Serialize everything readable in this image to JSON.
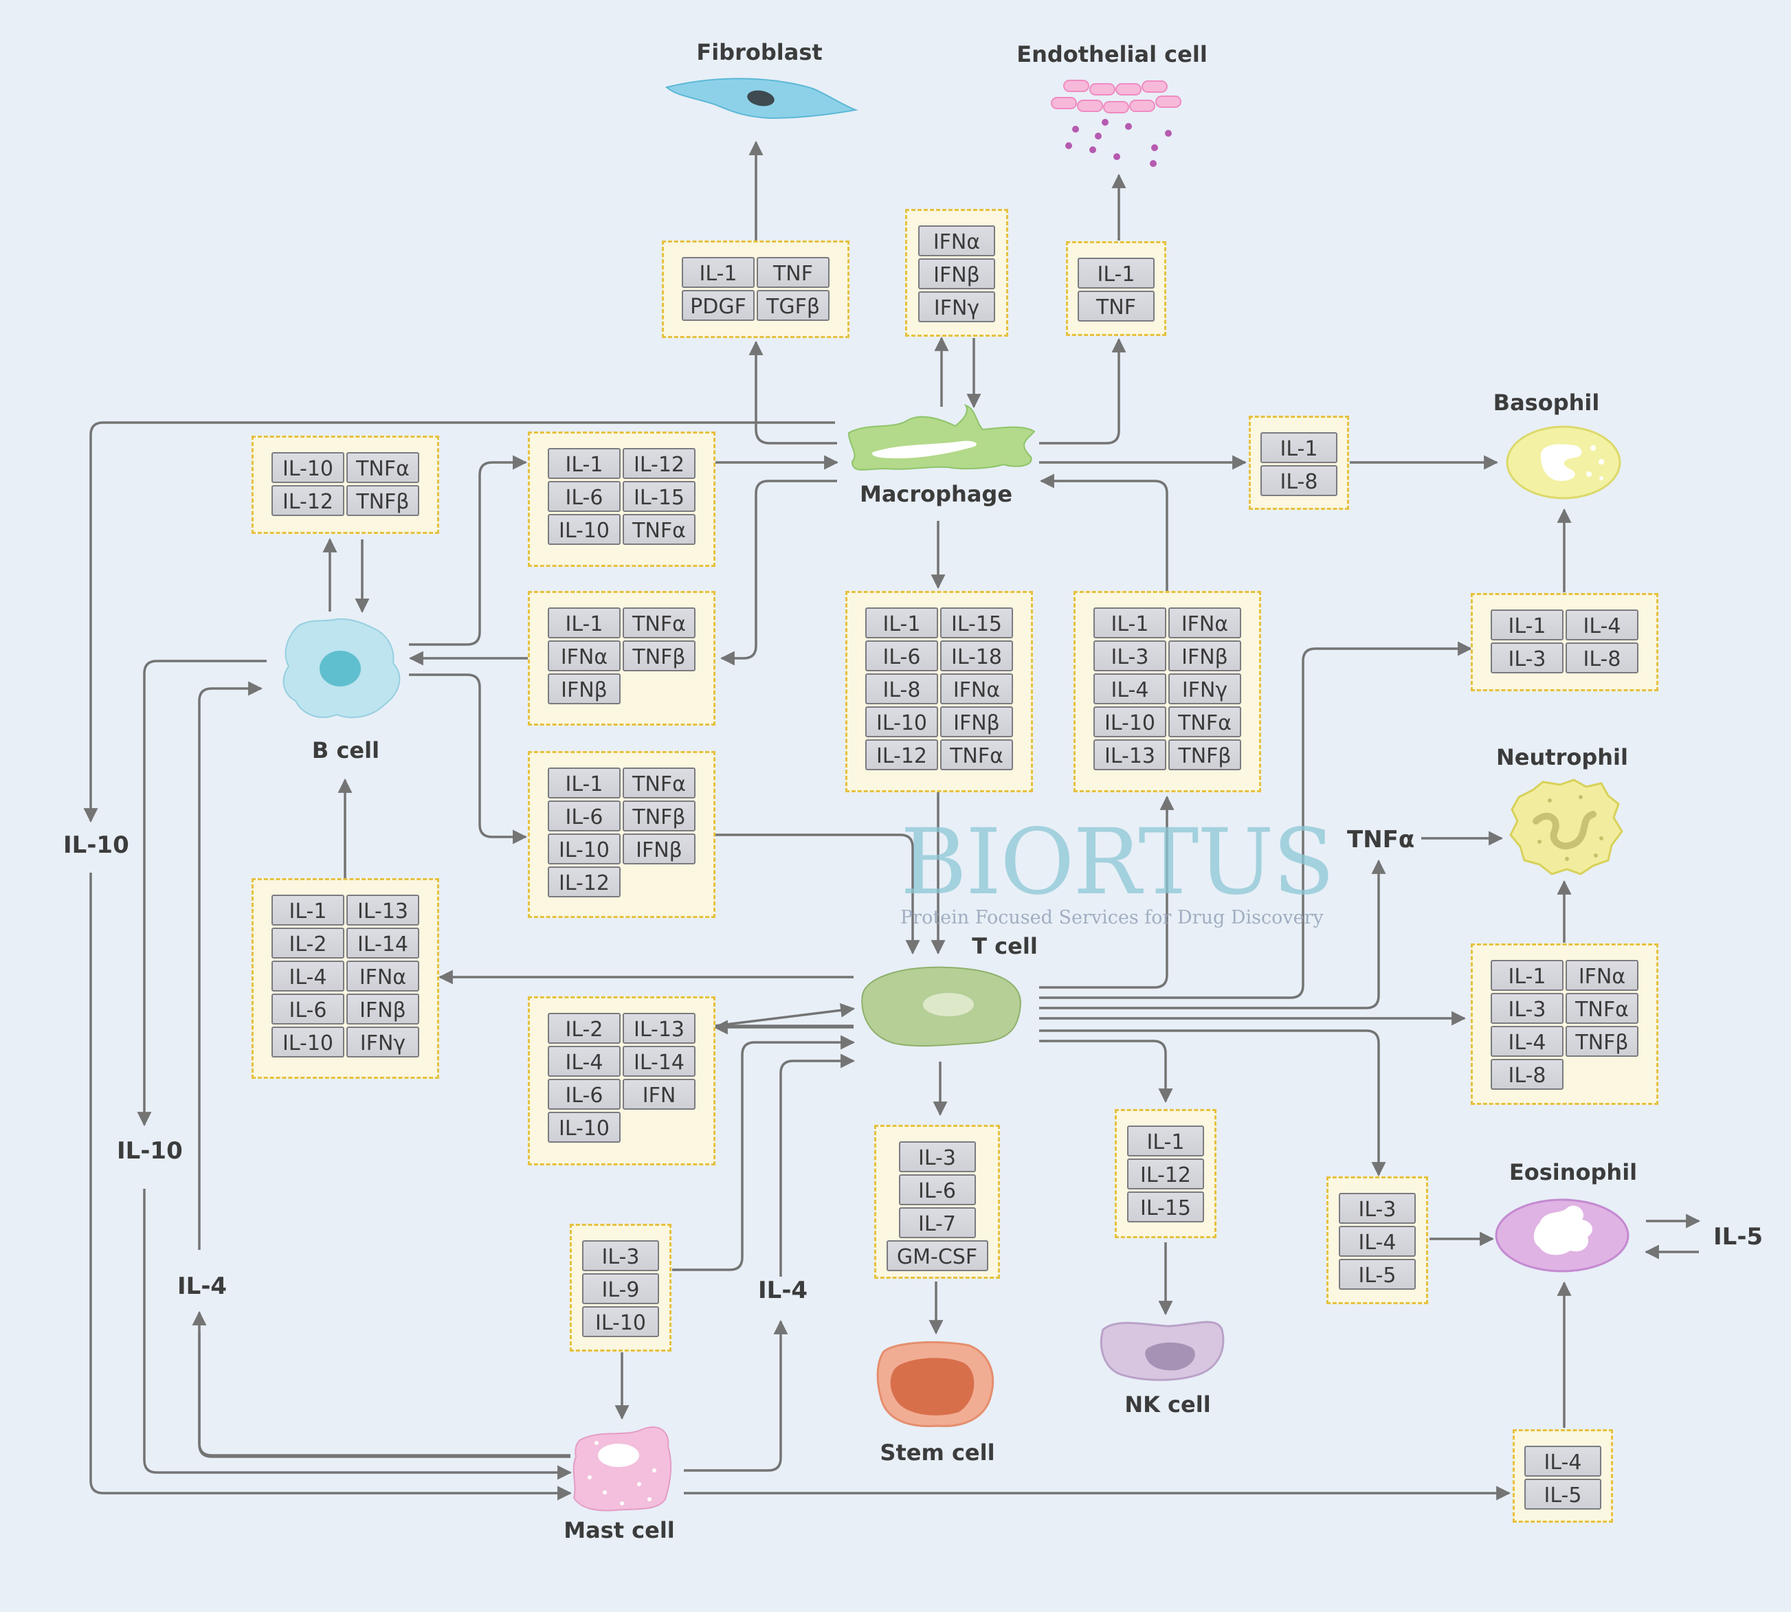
{
  "colors": {
    "background": "#e8eff7",
    "arrow": "#747474",
    "box_fill": "#fbf7e0",
    "box_border": "#e5c13f",
    "chip_fill": "#d6d7dd",
    "label_text": "#3c3c3c"
  },
  "cells": {
    "fibroblast": "Fibroblast",
    "endothelial": "Endothelial cell",
    "macrophage": "Macrophage",
    "basophil": "Basophil",
    "b_cell": "B cell",
    "neutrophil": "Neutrophil",
    "t_cell": "T cell",
    "eosinophil": "Eosinophil",
    "stem_cell": "Stem cell",
    "nk_cell": "NK cell",
    "mast_cell": "Mast cell"
  },
  "free_labels": {
    "il10_left": "IL-10",
    "il10_mid": "IL-10",
    "il4_left": "IL-4",
    "il4_mast": "IL-4",
    "tnfa_neutrophil": "TNFα",
    "il5_eosinophil": "IL-5"
  },
  "boxes": [
    {
      "id": "to-fibroblast",
      "cells": [
        "IL-1",
        "TNF",
        "PDGF",
        "TGFβ"
      ]
    },
    {
      "id": "interferons",
      "cells": [
        "IFNα",
        "IFNβ",
        "IFNγ"
      ]
    },
    {
      "id": "to-endothelial",
      "cells": [
        "IL-1",
        "TNF"
      ]
    },
    {
      "id": "to-basophil",
      "cells": [
        "IL-1",
        "IL-8"
      ]
    },
    {
      "id": "bcell-top",
      "cells": [
        "IL-10",
        "TNFα",
        "IL-12",
        "TNFβ"
      ]
    },
    {
      "id": "bcell-to-macrophage",
      "cells": [
        "IL-1",
        "IL-12",
        "IL-6",
        "IL-15",
        "IL-10",
        "TNFα"
      ]
    },
    {
      "id": "macrophage-to-bcell",
      "cells": [
        "IL-1",
        "TNFα",
        "IFNα",
        "TNFβ",
        "IFNβ"
      ]
    },
    {
      "id": "bcell-to-tcell",
      "cells": [
        "IL-1",
        "TNFα",
        "IL-6",
        "TNFβ",
        "IL-10",
        "IFNβ",
        "IL-12"
      ]
    },
    {
      "id": "macrophage-to-tcell",
      "cells": [
        "IL-1",
        "IL-15",
        "IL-6",
        "IL-18",
        "IL-8",
        "IFNα",
        "IL-10",
        "IFNβ",
        "IL-12",
        "TNFα"
      ]
    },
    {
      "id": "tcell-to-macrophage",
      "cells": [
        "IL-1",
        "IFNα",
        "IL-3",
        "IFNβ",
        "IL-4",
        "IFNγ",
        "IL-10",
        "TNFα",
        "IL-13",
        "TNFβ"
      ]
    },
    {
      "id": "basophil-lower",
      "cells": [
        "IL-1",
        "IL-4",
        "IL-3",
        "IL-8"
      ]
    },
    {
      "id": "tcell-to-bcell",
      "cells": [
        "IL-1",
        "IL-13",
        "IL-2",
        "IL-14",
        "IL-4",
        "IFNα",
        "IL-6",
        "IFNβ",
        "IL-10",
        "IFNγ"
      ]
    },
    {
      "id": "tcell-loop",
      "cells": [
        "IL-2",
        "IL-13",
        "IL-4",
        "IL-14",
        "IL-6",
        "IFN",
        "IL-10"
      ]
    },
    {
      "id": "neutrophil-lower",
      "cells": [
        "IL-1",
        "IFNα",
        "IL-3",
        "TNFα",
        "IL-4",
        "TNFβ",
        "IL-8"
      ]
    },
    {
      "id": "to-stem-cell",
      "cells": [
        "IL-3",
        "IL-6",
        "IL-7",
        "GM-CSF"
      ]
    },
    {
      "id": "to-nk-cell",
      "cells": [
        "IL-1",
        "IL-12",
        "IL-15"
      ]
    },
    {
      "id": "to-eosinophil",
      "cells": [
        "IL-3",
        "IL-4",
        "IL-5"
      ]
    },
    {
      "id": "mast-cell-input",
      "cells": [
        "IL-3",
        "IL-9",
        "IL-10"
      ]
    },
    {
      "id": "mast-to-eosinophil",
      "cells": [
        "IL-4",
        "IL-5"
      ]
    }
  ],
  "watermark": {
    "brand": "BIORTUS",
    "tagline": "Protein Focused Services for Drug Discovery"
  }
}
